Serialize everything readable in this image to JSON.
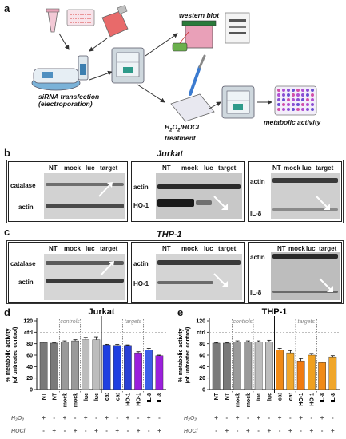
{
  "panel_a": {
    "label": "a",
    "steps": {
      "transfection": "siRNA transfection\n(electroporation)",
      "treatment": "H2O2/HOCl\ntreatment",
      "western": "western blot",
      "metabolic": "metabolic activity"
    }
  },
  "panel_b": {
    "label": "b",
    "title": "Jurkat",
    "lanes": [
      "NT",
      "mock",
      "luc",
      "target"
    ],
    "blots": [
      {
        "rows": [
          "catalase",
          "actin"
        ]
      },
      {
        "rows": [
          "actin",
          "HO-1"
        ]
      },
      {
        "rows": [
          "actin",
          "IL-8"
        ]
      }
    ]
  },
  "panel_c": {
    "label": "c",
    "title": "THP-1",
    "lanes": [
      "NT",
      "mock",
      "luc",
      "target"
    ],
    "blots": [
      {
        "rows": [
          "catalase",
          "actin"
        ]
      },
      {
        "rows": [
          "actin",
          "HO-1"
        ]
      },
      {
        "rows": [
          "actin",
          "IL-8"
        ]
      }
    ]
  },
  "chart_data": [
    {
      "type": "bar",
      "panel": "d",
      "title": "Jurkat",
      "ylabel": "% metabolic activity\n(of untreated control)",
      "ylim": [
        0,
        120
      ],
      "yticks": [
        "0",
        "20",
        "40",
        "60",
        "80",
        "ctrl",
        "120"
      ],
      "categories": [
        "NT",
        "NT",
        "mock",
        "mock",
        "luc",
        "luc",
        "cat",
        "cat",
        "HO-1",
        "HO-1",
        "IL-8",
        "IL-8"
      ],
      "values": [
        82,
        81,
        83,
        85,
        87,
        87,
        78,
        77,
        77,
        64,
        69,
        59
      ],
      "errors": [
        1,
        1,
        2,
        2,
        4,
        5,
        1,
        2,
        1,
        2,
        3,
        1
      ],
      "colors": [
        "#7a7a7a",
        "#7a7a7a",
        "#9a9a9a",
        "#9a9a9a",
        "#bdbdbd",
        "#bdbdbd",
        "#1f3fe0",
        "#1f3fe0",
        "#2a3fd6",
        "#9b1fdc",
        "#3a5fe8",
        "#9b1fdc"
      ],
      "groups": [
        "controls",
        "targets"
      ],
      "treatment_rows": {
        "H2O2": [
          "+",
          "-",
          "+",
          "-",
          "+",
          "-",
          "+",
          "-",
          "+",
          "-",
          "+",
          "-"
        ],
        "HOCl": [
          "-",
          "+",
          "-",
          "+",
          "-",
          "+",
          "-",
          "+",
          "-",
          "+",
          "-",
          "+"
        ]
      },
      "treatment_labels": [
        "H2O2",
        "HOCl"
      ]
    },
    {
      "type": "bar",
      "panel": "e",
      "title": "THP-1",
      "ylabel": "% metabolic activity\n(of untreated control)",
      "ylim": [
        0,
        120
      ],
      "yticks": [
        "0",
        "20",
        "40",
        "60",
        "80",
        "ctrl",
        "120"
      ],
      "categories": [
        "NT",
        "NT",
        "mock",
        "mock",
        "luc",
        "luc",
        "cat",
        "cat",
        "HO-1",
        "HO-1",
        "IL-8",
        "IL-8"
      ],
      "values": [
        81,
        81,
        83,
        83,
        83,
        83,
        69,
        64,
        50,
        60,
        47,
        57
      ],
      "errors": [
        1,
        1,
        2,
        2,
        2,
        3,
        3,
        4,
        4,
        3,
        1,
        2
      ],
      "colors": [
        "#7a7a7a",
        "#7a7a7a",
        "#9a9a9a",
        "#9a9a9a",
        "#bdbdbd",
        "#bdbdbd",
        "#f08a17",
        "#f0a62a",
        "#f07a10",
        "#f0a020",
        "#f08a17",
        "#f0a62a"
      ],
      "groups": [
        "controls",
        "targets"
      ],
      "treatment_rows": {
        "H2O2": [
          "+",
          "-",
          "+",
          "-",
          "+",
          "-",
          "+",
          "-",
          "+",
          "-",
          "+",
          "-"
        ],
        "HOCl": [
          "-",
          "+",
          "-",
          "+",
          "-",
          "+",
          "-",
          "+",
          "-",
          "+",
          "-",
          "+"
        ]
      },
      "treatment_labels": [
        "H2O2",
        "HOCl"
      ]
    }
  ]
}
